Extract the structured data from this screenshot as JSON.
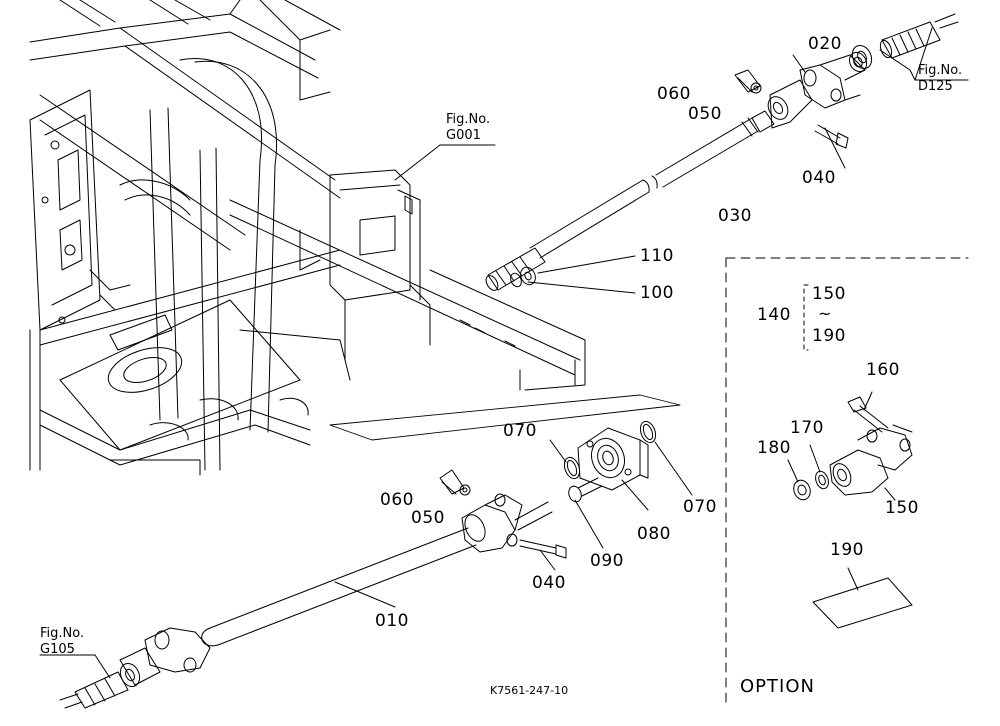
{
  "callouts": {
    "c010": "010",
    "c020": "020",
    "c030": "030",
    "c040a": "040",
    "c040b": "040",
    "c050a": "050",
    "c050b": "050",
    "c060a": "060",
    "c060b": "060",
    "c070a": "070",
    "c070b": "070",
    "c080": "080",
    "c090": "090",
    "c100": "100",
    "c110": "110",
    "c140": "140",
    "c150a": "150",
    "c150b": "150",
    "c160": "160",
    "c170": "170",
    "c180": "180",
    "c190a": "190",
    "c190b": "190",
    "tilde": "~"
  },
  "figrefs": {
    "g001": {
      "line1": "Fig.No.",
      "line2": "G001"
    },
    "d125": {
      "line1": "Fig.No.",
      "line2": "D125"
    },
    "g105": {
      "line1": "Fig.No.",
      "line2": "G105"
    }
  },
  "option_label": "OPTION",
  "drawing_code": "K7561-247-10"
}
